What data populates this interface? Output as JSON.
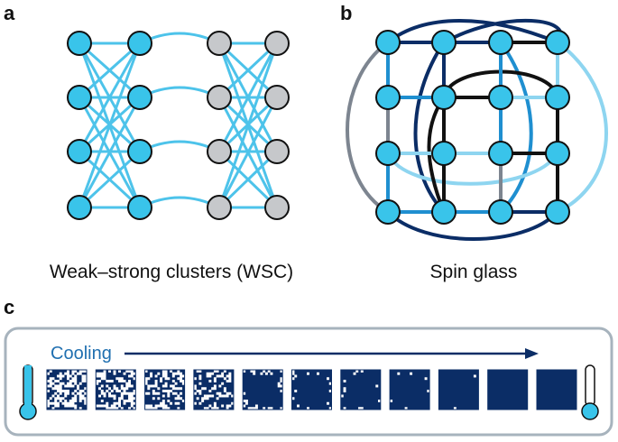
{
  "panels": {
    "a": {
      "letter": "a",
      "caption": "Weak–strong clusters (WSC)"
    },
    "b": {
      "letter": "b",
      "caption": "Spin glass"
    },
    "c": {
      "letter": "c",
      "label": "Cooling",
      "frame_count": 11
    }
  },
  "colors": {
    "node_blue": "#39c4ea",
    "node_gray": "#c6c8cb",
    "edge_light": "#4dc3ea",
    "edge_mid": "#1f8fd0",
    "edge_dark": "#0b2d66",
    "edge_black": "#111111",
    "edge_pale": "#8ed5f0",
    "edge_gray": "#7d8590",
    "lattice_dark": "#0b2d66",
    "lattice_light": "#ffffff",
    "cooling_arrow": "#0b2d66",
    "cooling_text": "#1f6fb0",
    "frame_border": "#a7b3bd"
  }
}
